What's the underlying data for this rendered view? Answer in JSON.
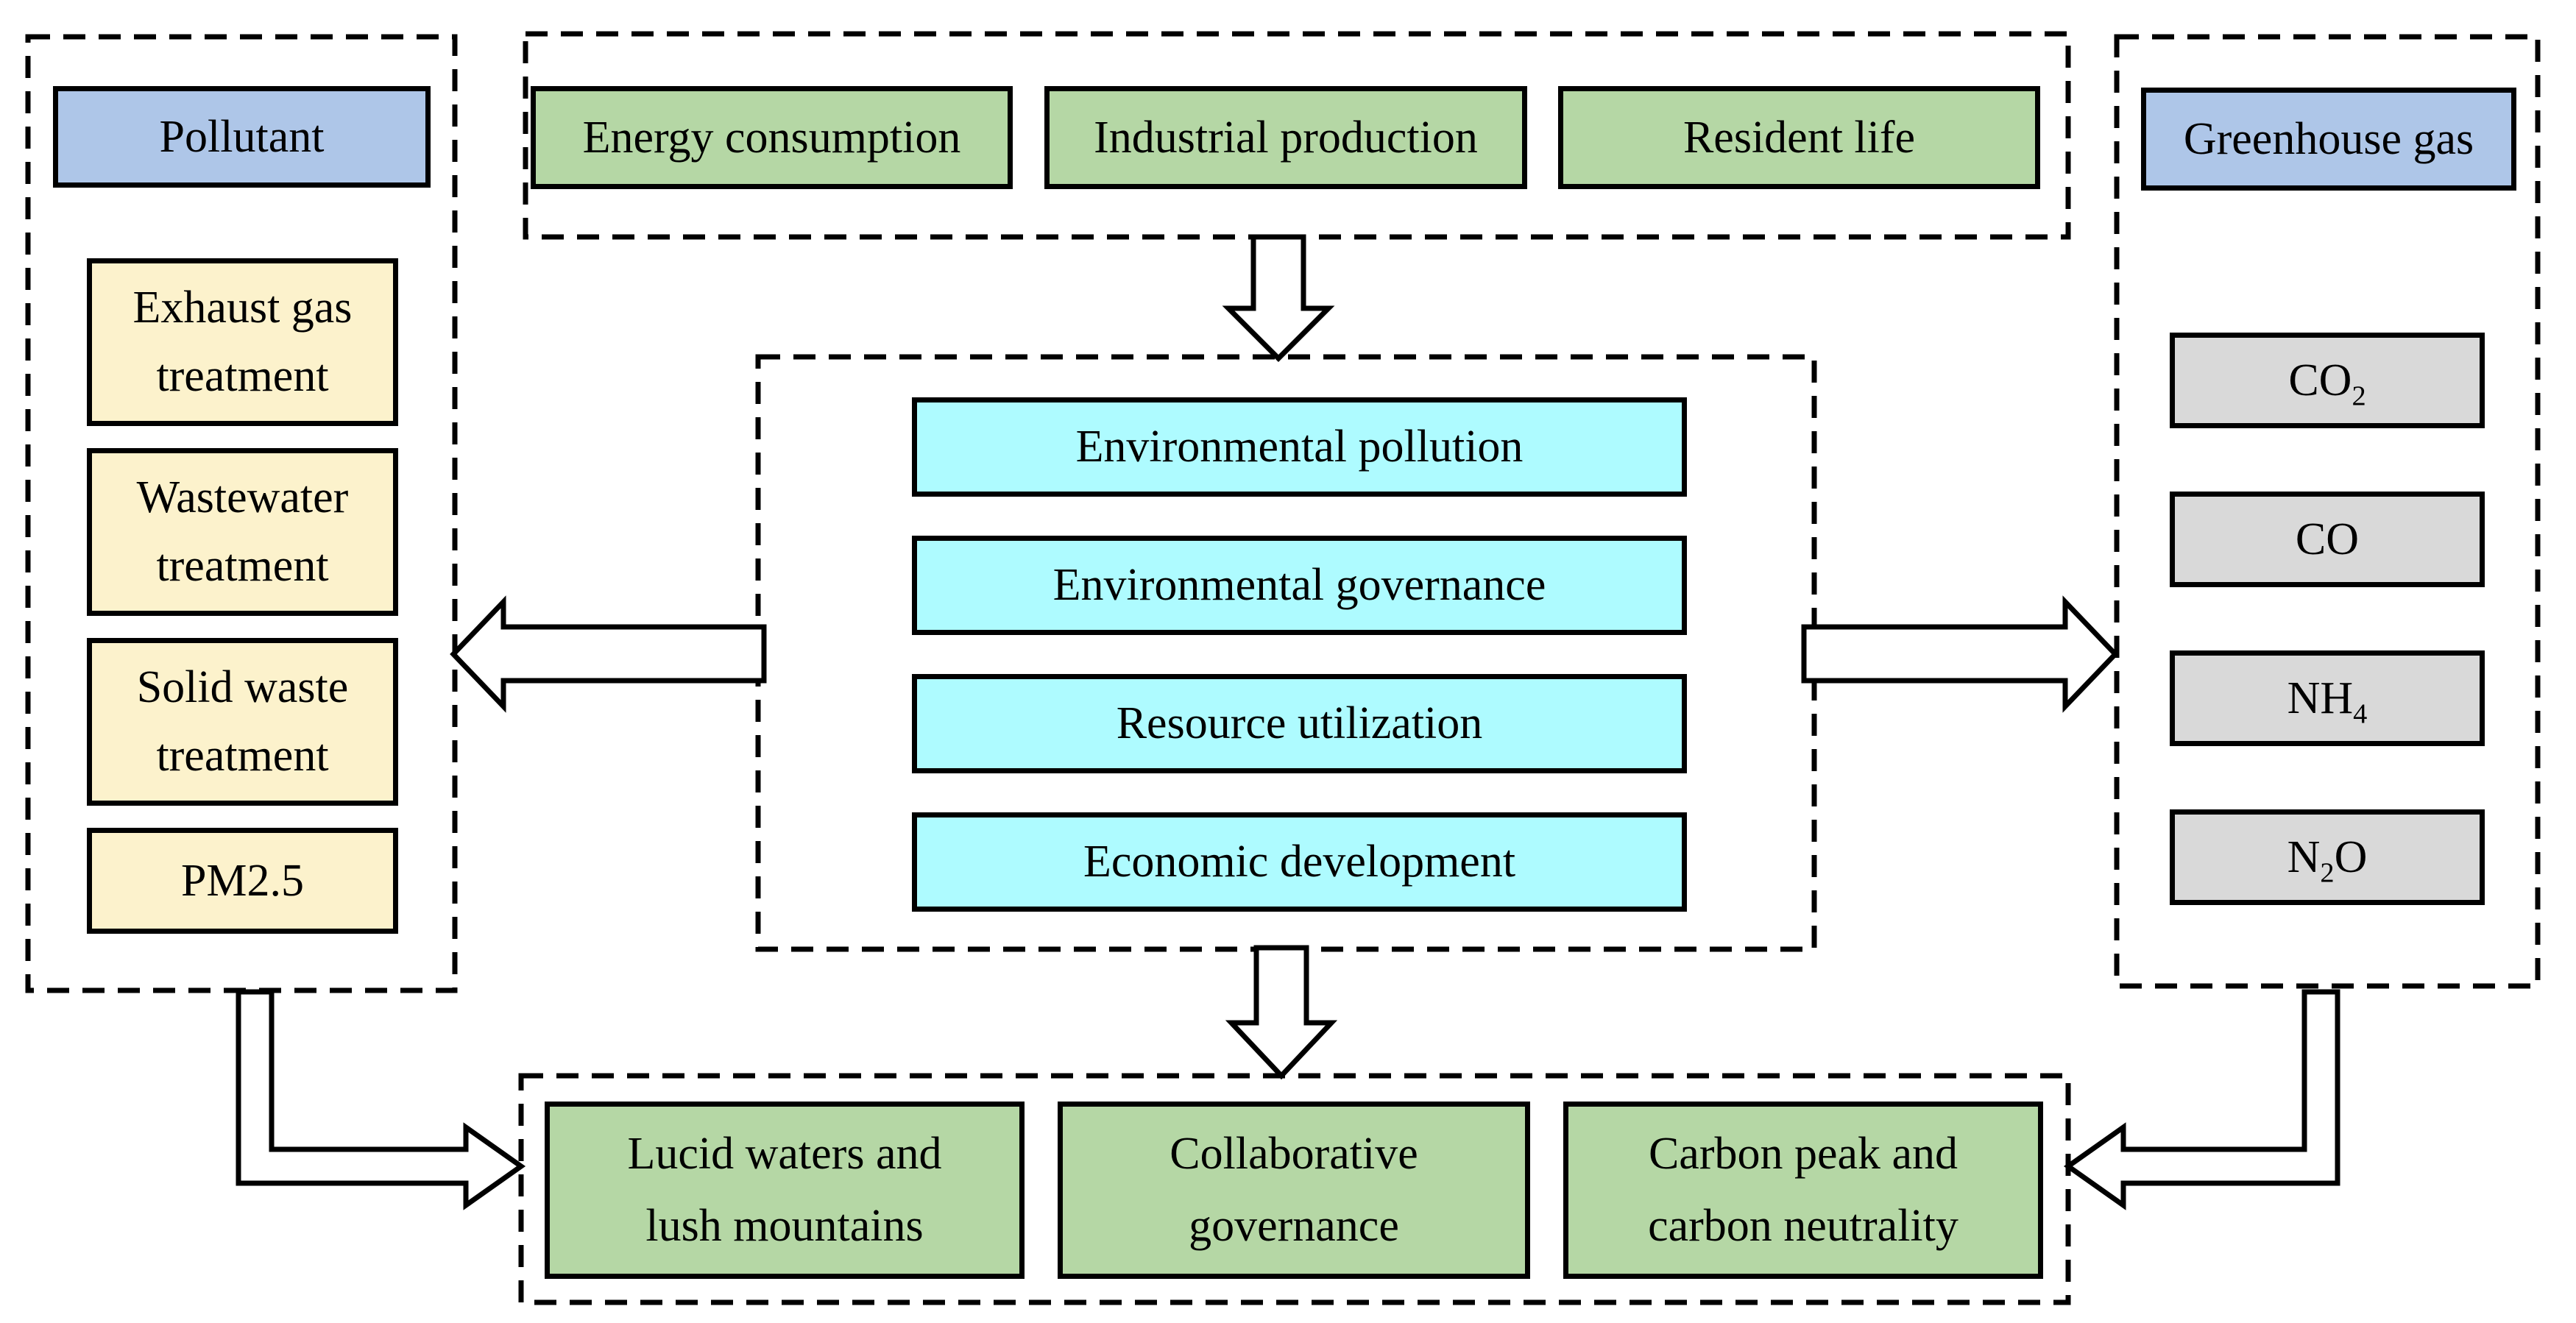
{
  "diagram": {
    "colors": {
      "background": "#ffffff",
      "stroke_black": "#000000",
      "header_blue": "#aec6e8",
      "pollutant_yellow": "#fcf2cc",
      "source_green": "#b5d7a5",
      "core_cyan": "#aefbff",
      "gas_gray": "#d9d9d9"
    },
    "pollutant_panel": {
      "header": "Pollutant",
      "items": [
        {
          "lines": [
            "Exhaust gas",
            "treatment"
          ]
        },
        {
          "lines": [
            "Wastewater",
            "treatment"
          ]
        },
        {
          "lines": [
            "Solid waste",
            "treatment"
          ]
        },
        {
          "lines": [
            "PM2.5"
          ]
        }
      ]
    },
    "sources_panel": {
      "items": [
        {
          "lines": [
            "Energy consumption"
          ]
        },
        {
          "lines": [
            "Industrial production"
          ]
        },
        {
          "lines": [
            "Resident life"
          ]
        }
      ]
    },
    "core_panel": {
      "items": [
        {
          "lines": [
            "Environmental pollution"
          ]
        },
        {
          "lines": [
            "Environmental governance"
          ]
        },
        {
          "lines": [
            "Resource utilization"
          ]
        },
        {
          "lines": [
            "Economic development"
          ]
        }
      ]
    },
    "greenhouse_panel": {
      "header": "Greenhouse gas",
      "gases": [
        {
          "pre": "CO",
          "sub": "2",
          "post": ""
        },
        {
          "pre": "CO",
          "sub": "",
          "post": ""
        },
        {
          "pre": "NH",
          "sub": "4",
          "post": ""
        },
        {
          "pre": "N",
          "sub": "2",
          "post": "O"
        }
      ]
    },
    "goals_panel": {
      "items": [
        {
          "lines": [
            "Lucid waters and",
            "lush mountains"
          ]
        },
        {
          "lines": [
            "Collaborative",
            "governance"
          ]
        },
        {
          "lines": [
            "Carbon peak and",
            "carbon neutrality"
          ]
        }
      ]
    }
  }
}
